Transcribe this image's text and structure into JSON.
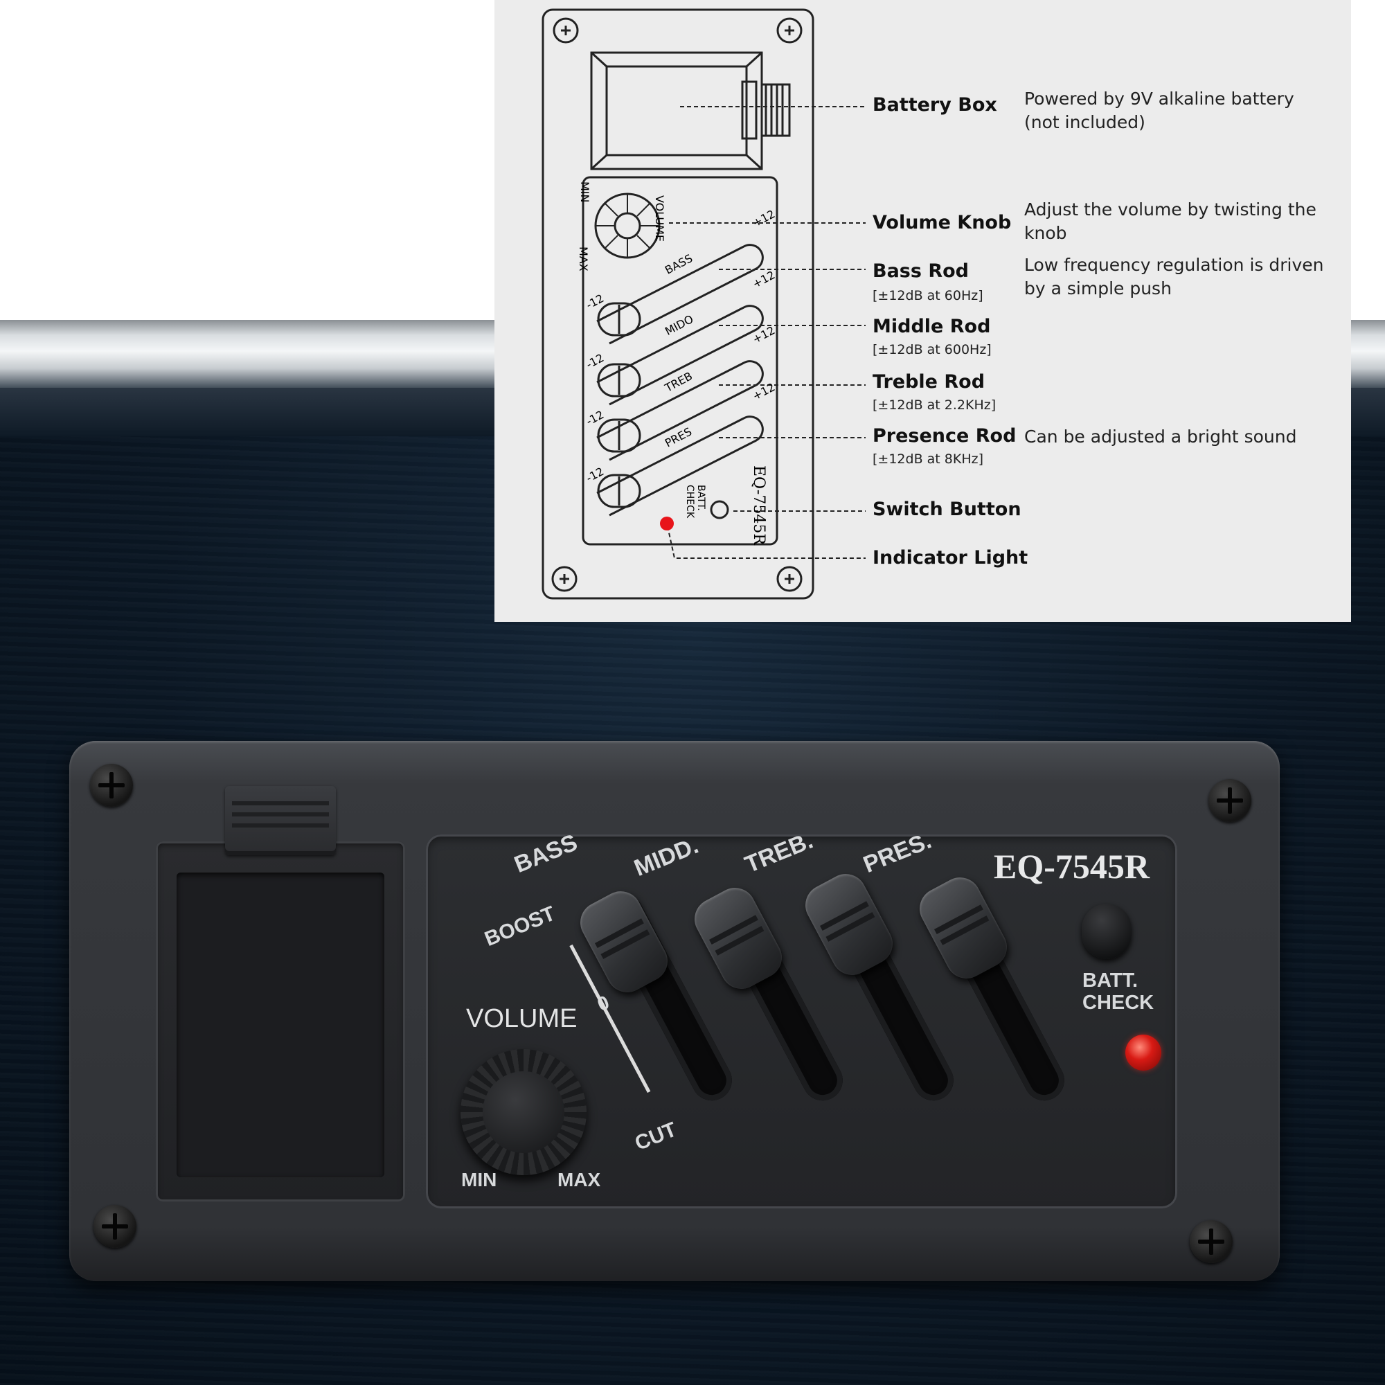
{
  "diagram": {
    "callouts": [
      {
        "label": "Battery Box",
        "spec": "",
        "desc": "Powered by 9V alkaline battery (not included)"
      },
      {
        "label": "Volume Knob",
        "spec": "",
        "desc": "Adjust the volume by twisting the knob"
      },
      {
        "label": "Bass Rod",
        "spec": "[±12dB at 60Hz]",
        "desc": "Low frequency regulation is driven by a simple push"
      },
      {
        "label": "Middle Rod",
        "spec": "[±12dB at 600Hz]",
        "desc": ""
      },
      {
        "label": "Treble Rod",
        "spec": "[±12dB at 2.2KHz]",
        "desc": ""
      },
      {
        "label": "Presence Rod",
        "spec": "[±12dB at 8KHz]",
        "desc": "Can be adjusted a bright sound"
      },
      {
        "label": "Switch Button",
        "spec": "",
        "desc": ""
      },
      {
        "label": "Indicator Light",
        "spec": "",
        "desc": ""
      }
    ],
    "drawing": {
      "min": "MIN",
      "max": "MAX",
      "volume": "VOLUME",
      "sliders": [
        "BASS",
        "MIDO",
        "TREB",
        "PRES"
      ],
      "plus": "+12",
      "minus": "-12",
      "batt_check": "BATT. CHECK",
      "model": "EQ-7545R"
    }
  },
  "photo": {
    "model": "EQ-7545R",
    "sliders": [
      "BASS",
      "MIDD.",
      "TREB.",
      "PRES."
    ],
    "boost": "BOOST",
    "zero": "0",
    "cut": "CUT",
    "volume": "VOLUME",
    "min": "MIN",
    "max": "MAX",
    "batt_check_line1": "BATT.",
    "batt_check_line2": "CHECK"
  },
  "colors": {
    "indicator_led": "#d81a14",
    "panel": "#303236",
    "guitar_finish": "#0b1724"
  }
}
